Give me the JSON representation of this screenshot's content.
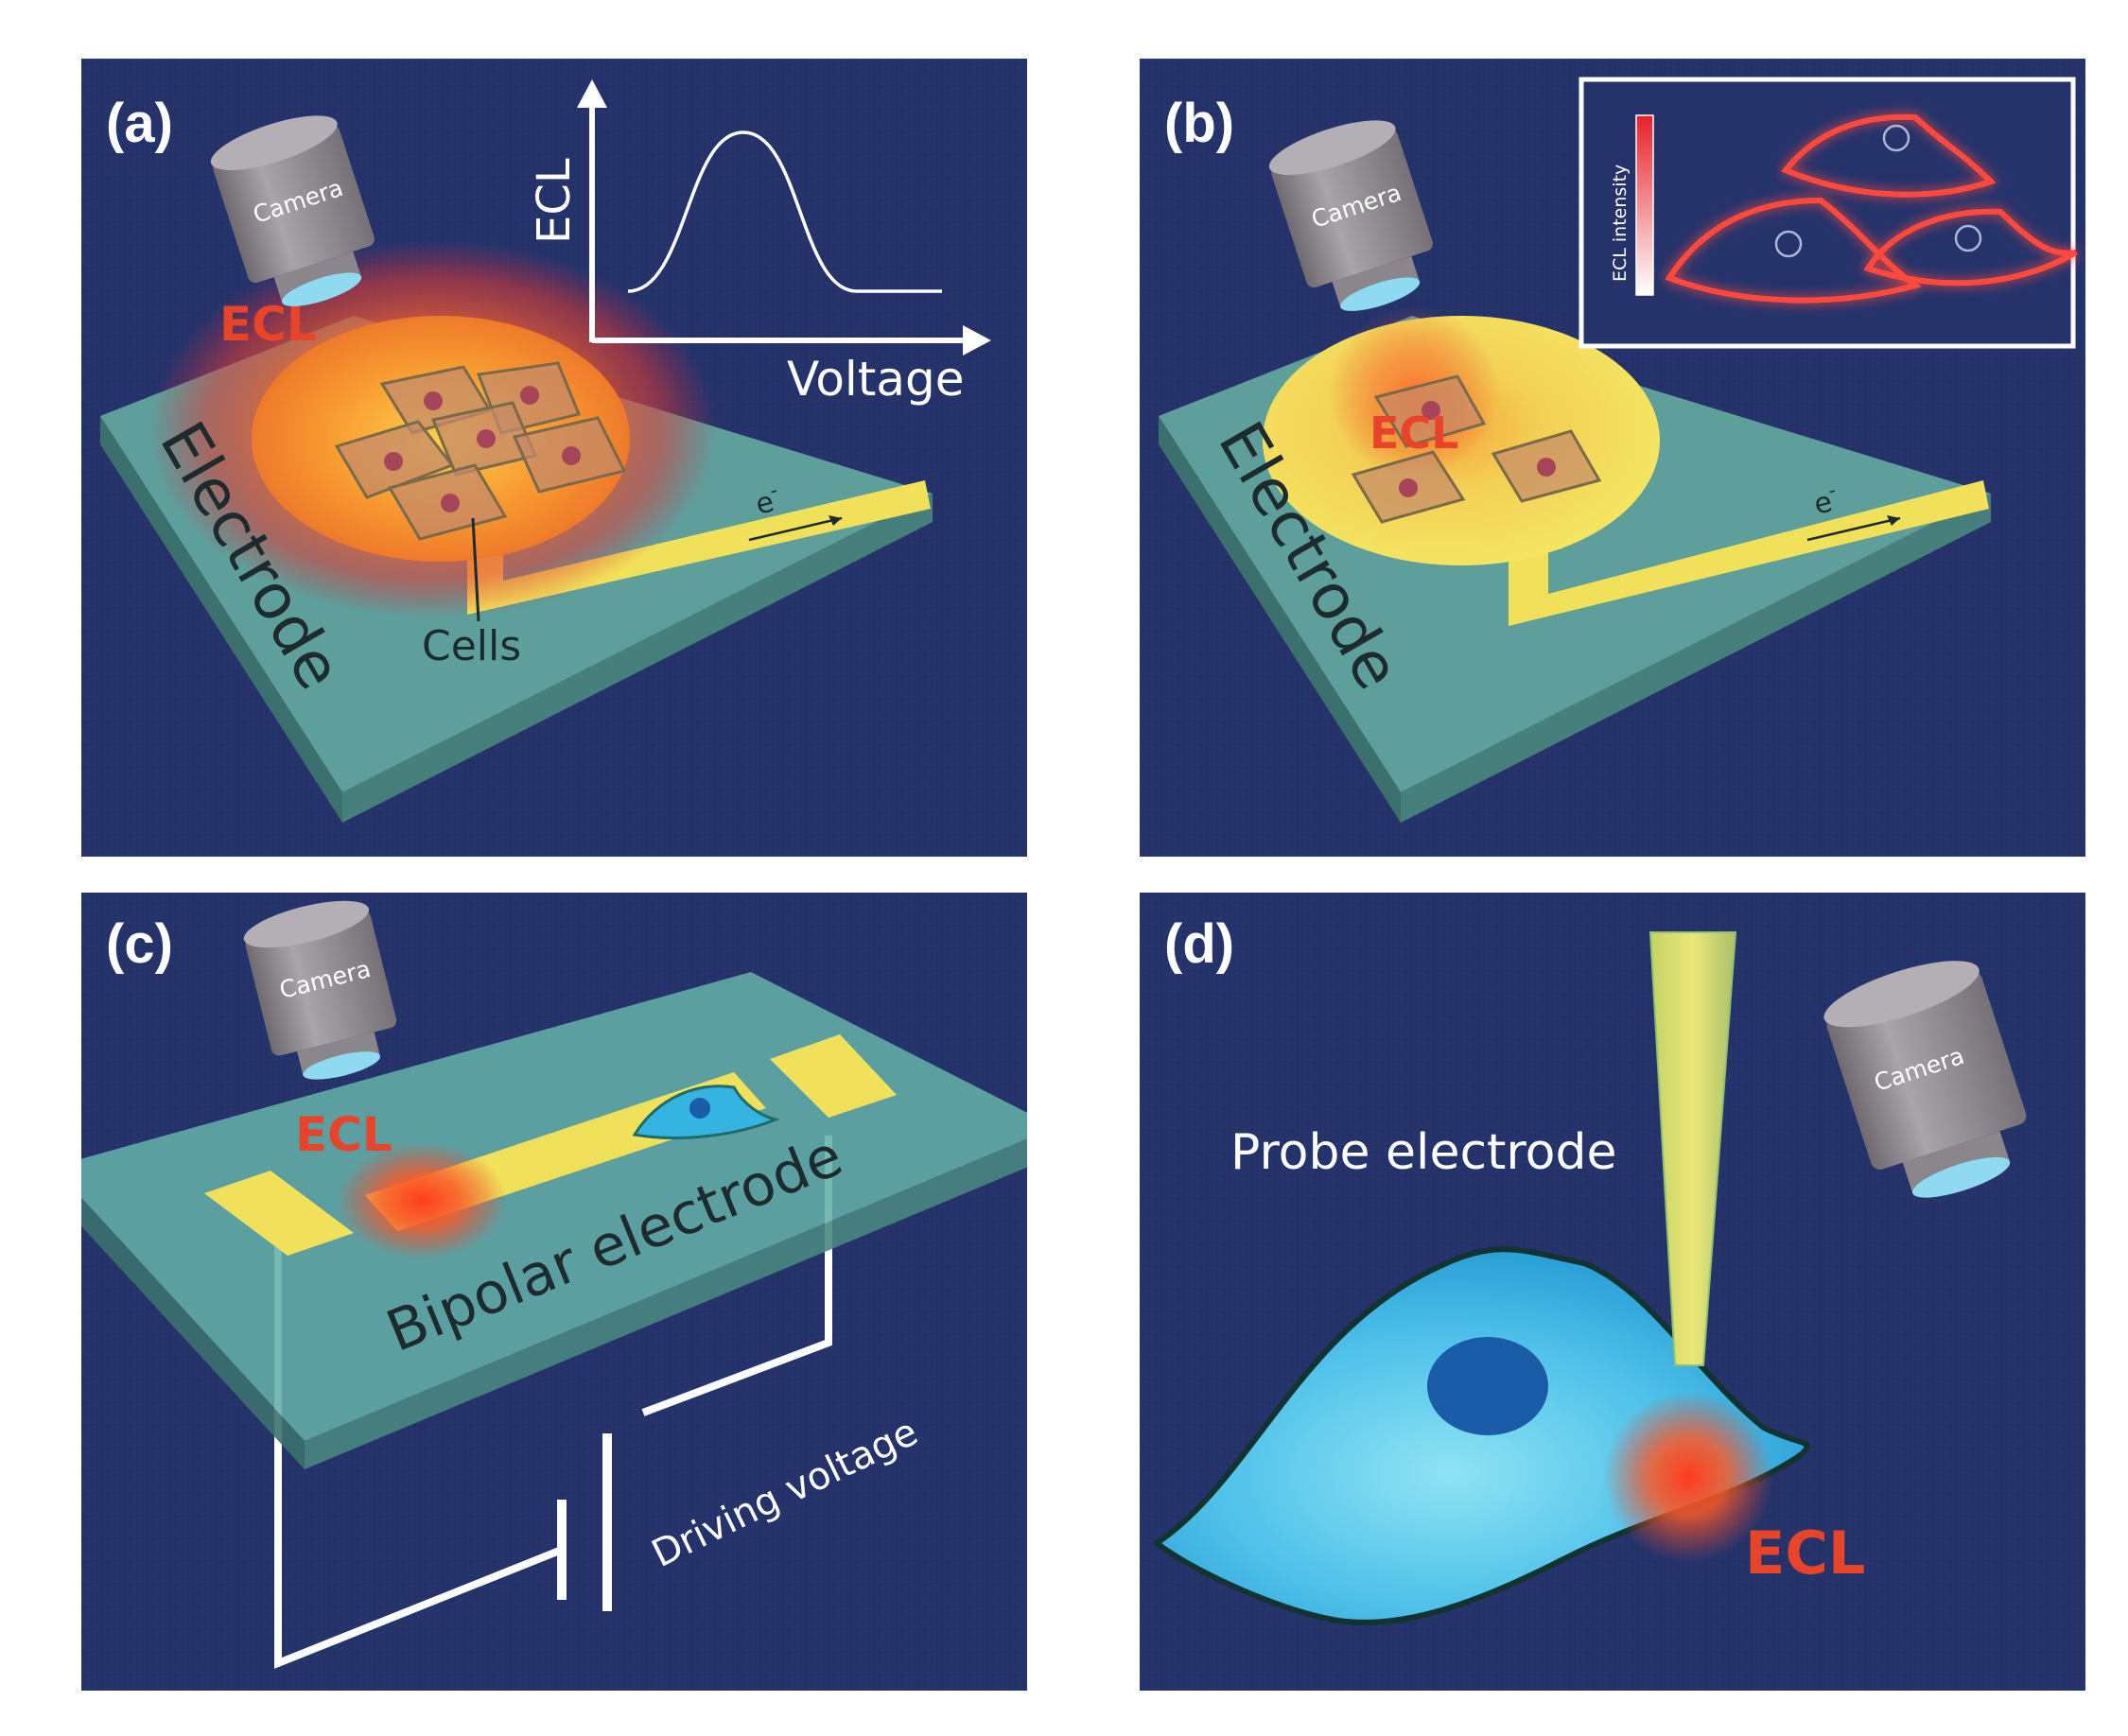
{
  "panels": {
    "a": {
      "label": "(a)",
      "camera": "Camera",
      "ecl": "ECL",
      "electrode": "Electrode",
      "cells": "Cells",
      "electron": "e",
      "electron_sup": "-",
      "graph": {
        "ylabel": "ECL",
        "xlabel": "Voltage"
      }
    },
    "b": {
      "label": "(b)",
      "camera": "Camera",
      "ecl": "ECL",
      "electrode": "Electrode",
      "electron": "e",
      "electron_sup": "-",
      "inset_scale_label": "ECL intensity"
    },
    "c": {
      "label": "(c)",
      "camera": "Camera",
      "ecl": "ECL",
      "bipolar": "Bipolar electrode",
      "driving": "Driving voltage"
    },
    "d": {
      "label": "(d)",
      "camera": "Camera",
      "probe": "Probe electrode",
      "ecl": "ECL"
    }
  },
  "colors": {
    "background": "#26336b",
    "electrode": "#62a4a0",
    "gold": "#f1e15a",
    "ecl_red": "#e8442a",
    "camera": "#8f8b8f",
    "lens": "#7fd3e8",
    "cell_cyan": "#35b4e2"
  }
}
